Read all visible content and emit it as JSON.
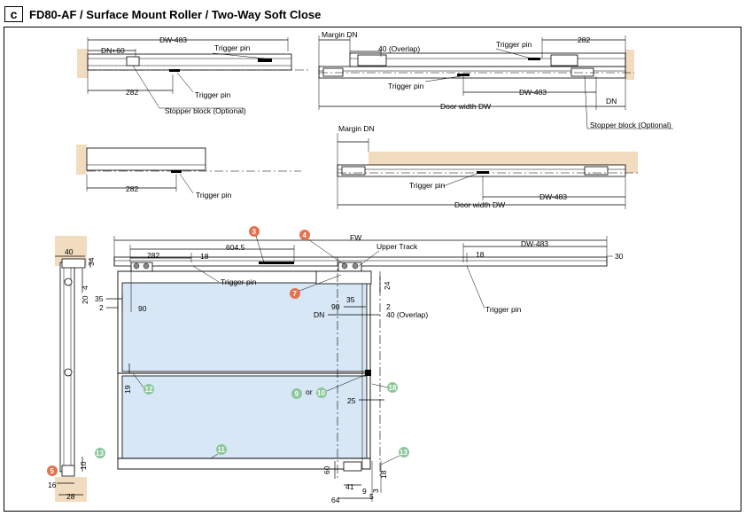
{
  "header": {
    "badge": "c",
    "title": "FD80-AF / Surface Mount Roller / Two-Way Soft Close"
  },
  "top_left": {
    "dw483": "DW-483",
    "dn60": "DN+60",
    "trigger_top": "Trigger pin",
    "dim282": "282",
    "trigger_bottom": "Trigger pin",
    "stopper": "Stopper block (Optional)"
  },
  "top_right": {
    "margin_dn": "Margin DN",
    "overlap": "40 (Overlap)",
    "trigger_top": "Trigger pin",
    "dim282": "282",
    "trigger_bottom": "Trigger pin",
    "dw483": "DW-483",
    "dn": "DN",
    "door_width": "Door width DW",
    "stopper": "Stopper block (Optional)"
  },
  "mid_left": {
    "dim282": "282",
    "trigger": "Trigger pin"
  },
  "mid_right": {
    "margin_dn": "Margin DN",
    "trigger": "Trigger pin",
    "dw483": "DW-483",
    "door_width": "Door width DW"
  },
  "side_view": {
    "d40": "40",
    "d34": "34",
    "d20": "20",
    "d4": "4",
    "d10": "10",
    "d16": "16",
    "d28": "28",
    "callout5": "5",
    "callout13": "13"
  },
  "front_view": {
    "fw": "FW",
    "d604": "604.5",
    "d282": "282",
    "d18a": "18",
    "upper_track": "Upper Track",
    "dw483": "DW-483",
    "d18b": "18",
    "d30": "30",
    "trigger_left": "Trigger pin",
    "trigger_right": "Trigger pin",
    "d35a": "35",
    "d2a": "2",
    "d90a": "90",
    "d35b": "35",
    "d24": "24",
    "d90b": "90",
    "d2b": "2",
    "dn": "DN",
    "overlap": "40 (Overlap)",
    "d19": "19",
    "d25": "25",
    "or_text": "or",
    "d60": "60",
    "d41": "41",
    "d9": "9",
    "d3": "3",
    "d18c": "18",
    "d64": "64",
    "d5": "5",
    "callout3": "3",
    "callout4": "4",
    "callout7": "7",
    "callout9": "9",
    "callout10": "10",
    "callout11": "11",
    "callout12": "12",
    "callout13a": "13",
    "callout13b": "13",
    "callout18": "18"
  },
  "colors": {
    "callout_orange": "#e5724f",
    "callout_green": "#8cc79a",
    "wood": "#f1dcc0",
    "glass": "#d7e7f5"
  }
}
